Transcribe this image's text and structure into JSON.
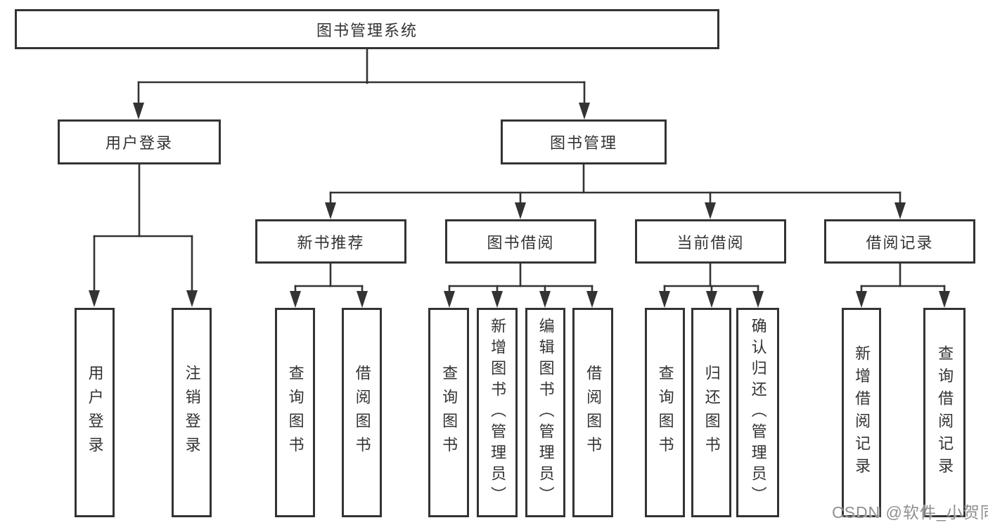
{
  "watermark": "CSDN @软件_小贺同学",
  "colors": {
    "line": "#333333",
    "box_fill": "#ffffff",
    "watermark": "#8f8f8f"
  },
  "tree": {
    "root": "图书管理系统",
    "branches": [
      {
        "label": "用户登录",
        "children": [
          "用户登录",
          "注销登录"
        ]
      },
      {
        "label": "图书管理",
        "children": [
          {
            "label": "新书推荐",
            "children": [
              "查询图书",
              "借阅图书"
            ]
          },
          {
            "label": "图书借阅",
            "children": [
              "查询图书",
              "新增图书（管理员）",
              "编辑图书（管理员）",
              "借阅图书"
            ]
          },
          {
            "label": "当前借阅",
            "children": [
              "查询图书",
              "归还图书",
              "确认归还（管理员）"
            ]
          },
          {
            "label": "借阅记录",
            "children": [
              "新增借阅记录",
              "查询借阅记录"
            ]
          }
        ]
      }
    ]
  }
}
